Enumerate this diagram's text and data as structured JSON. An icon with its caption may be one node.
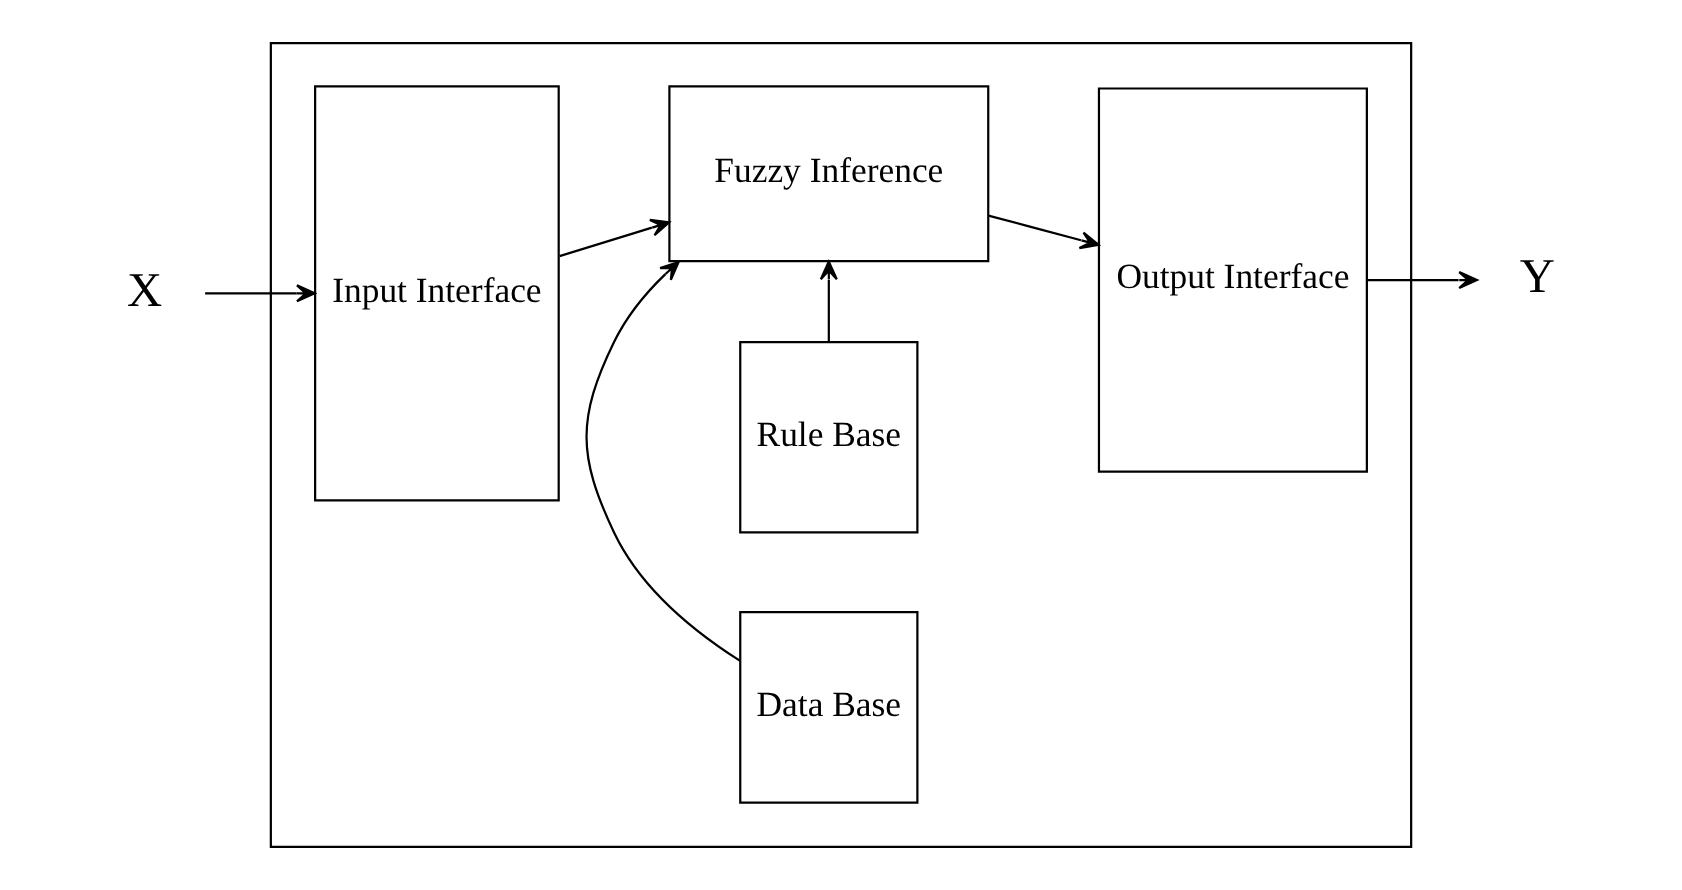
{
  "diagram": {
    "nodes": [
      {
        "text": [],
        "shape": "box"
      },
      {
        "text": [
          "Rule Base"
        ],
        "in": 0
      },
      {
        "text": [
          "Data Base"
        ],
        "in": 0
      },
      {
        "text": [
          "X"
        ]
      },
      {
        "text": [
          "Input Interface"
        ],
        "in": 0
      },
      {
        "text": [
          "Fuzzy Inference"
        ],
        "in": 0
      },
      {
        "text": [
          "Output Interface"
        ],
        "in": 0
      },
      {
        "text": [
          "Y"
        ]
      }
    ],
    "edges": [
      {
        "from": 3,
        "to": 4,
        "arrow": "to"
      },
      {
        "from": 1,
        "to": 5,
        "arrow": "to"
      },
      {
        "from": 2,
        "to": 5,
        "arrow": "to"
      },
      {
        "from": 4,
        "to": 5,
        "arrow": "to"
      },
      {
        "from": 5,
        "to": 6,
        "arrow": "to"
      },
      {
        "from": 6,
        "to": 7,
        "arrow": "to"
      }
    ]
  }
}
